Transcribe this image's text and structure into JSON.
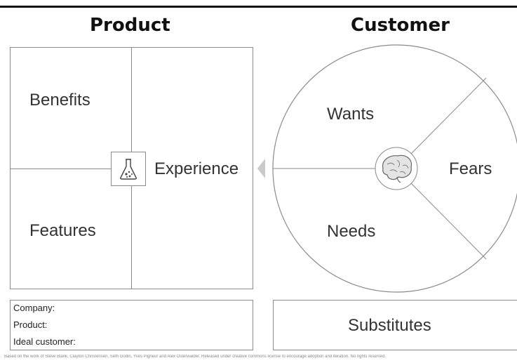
{
  "product": {
    "heading": "Product",
    "benefits": "Benefits",
    "features": "Features",
    "experience": "Experience",
    "center_icon": "flask-icon"
  },
  "customer": {
    "heading": "Customer",
    "wants": "Wants",
    "fears": "Fears",
    "needs": "Needs",
    "center_icon": "brain-icon"
  },
  "info_box": {
    "company_label": "Company:",
    "product_label": "Product:",
    "ideal_customer_label": "Ideal customer:"
  },
  "substitutes": "Substitutes",
  "footer": "Based on the work of Steve Blank, Clayton Christensen, Seth Godin, Yves Pigneur and Alex Osterwalder. Released under creative commons license to encourage adoption and iteration. No rights reserved."
}
